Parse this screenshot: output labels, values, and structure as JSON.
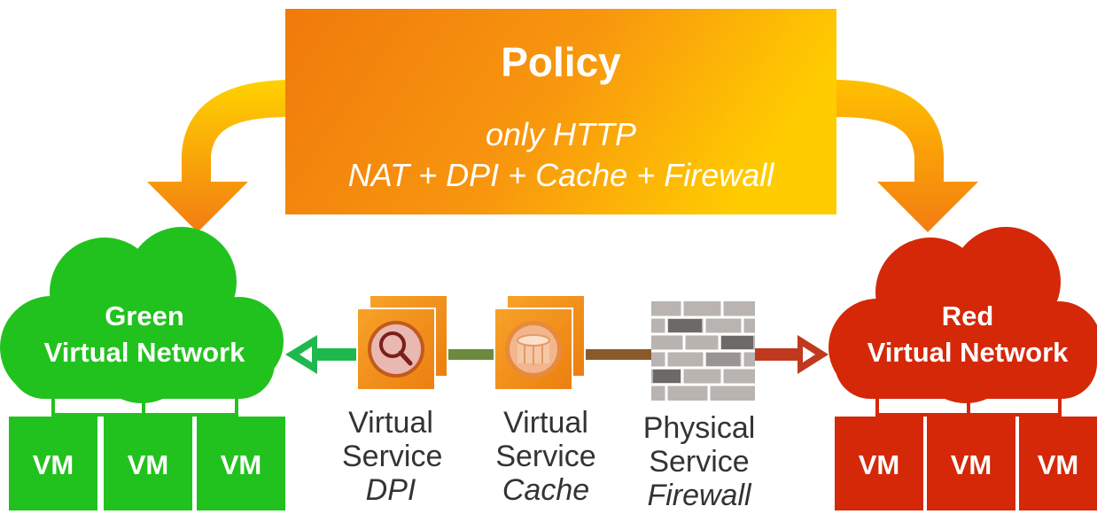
{
  "policy": {
    "title": "Policy",
    "line1": "only HTTP",
    "line2": "NAT + DPI + Cache + Firewall"
  },
  "green_network": {
    "line1": "Green",
    "line2": "Virtual Network",
    "vms": [
      "VM",
      "VM",
      "VM"
    ],
    "color": "#22c21e"
  },
  "red_network": {
    "line1": "Red",
    "line2": "Virtual Network",
    "vms": [
      "VM",
      "VM",
      "VM"
    ],
    "color": "#d42808"
  },
  "services": [
    {
      "kind": "Virtual",
      "word": "Service",
      "name": "DPI",
      "icon": "magnifier-icon"
    },
    {
      "kind": "Virtual",
      "word": "Service",
      "name": "Cache",
      "icon": "database-icon"
    },
    {
      "kind": "Physical",
      "word": "Service",
      "name": "Firewall",
      "icon": "brick-wall-icon"
    }
  ],
  "colors": {
    "policy_gradient": [
      "#f48a12",
      "#ffc800"
    ],
    "service_box": "#f28d1a",
    "chain_green": "#1fb84e",
    "chain_olive": "#6b8a3e",
    "chain_brown": "#8b5a2b",
    "chain_red": "#c0391e"
  }
}
